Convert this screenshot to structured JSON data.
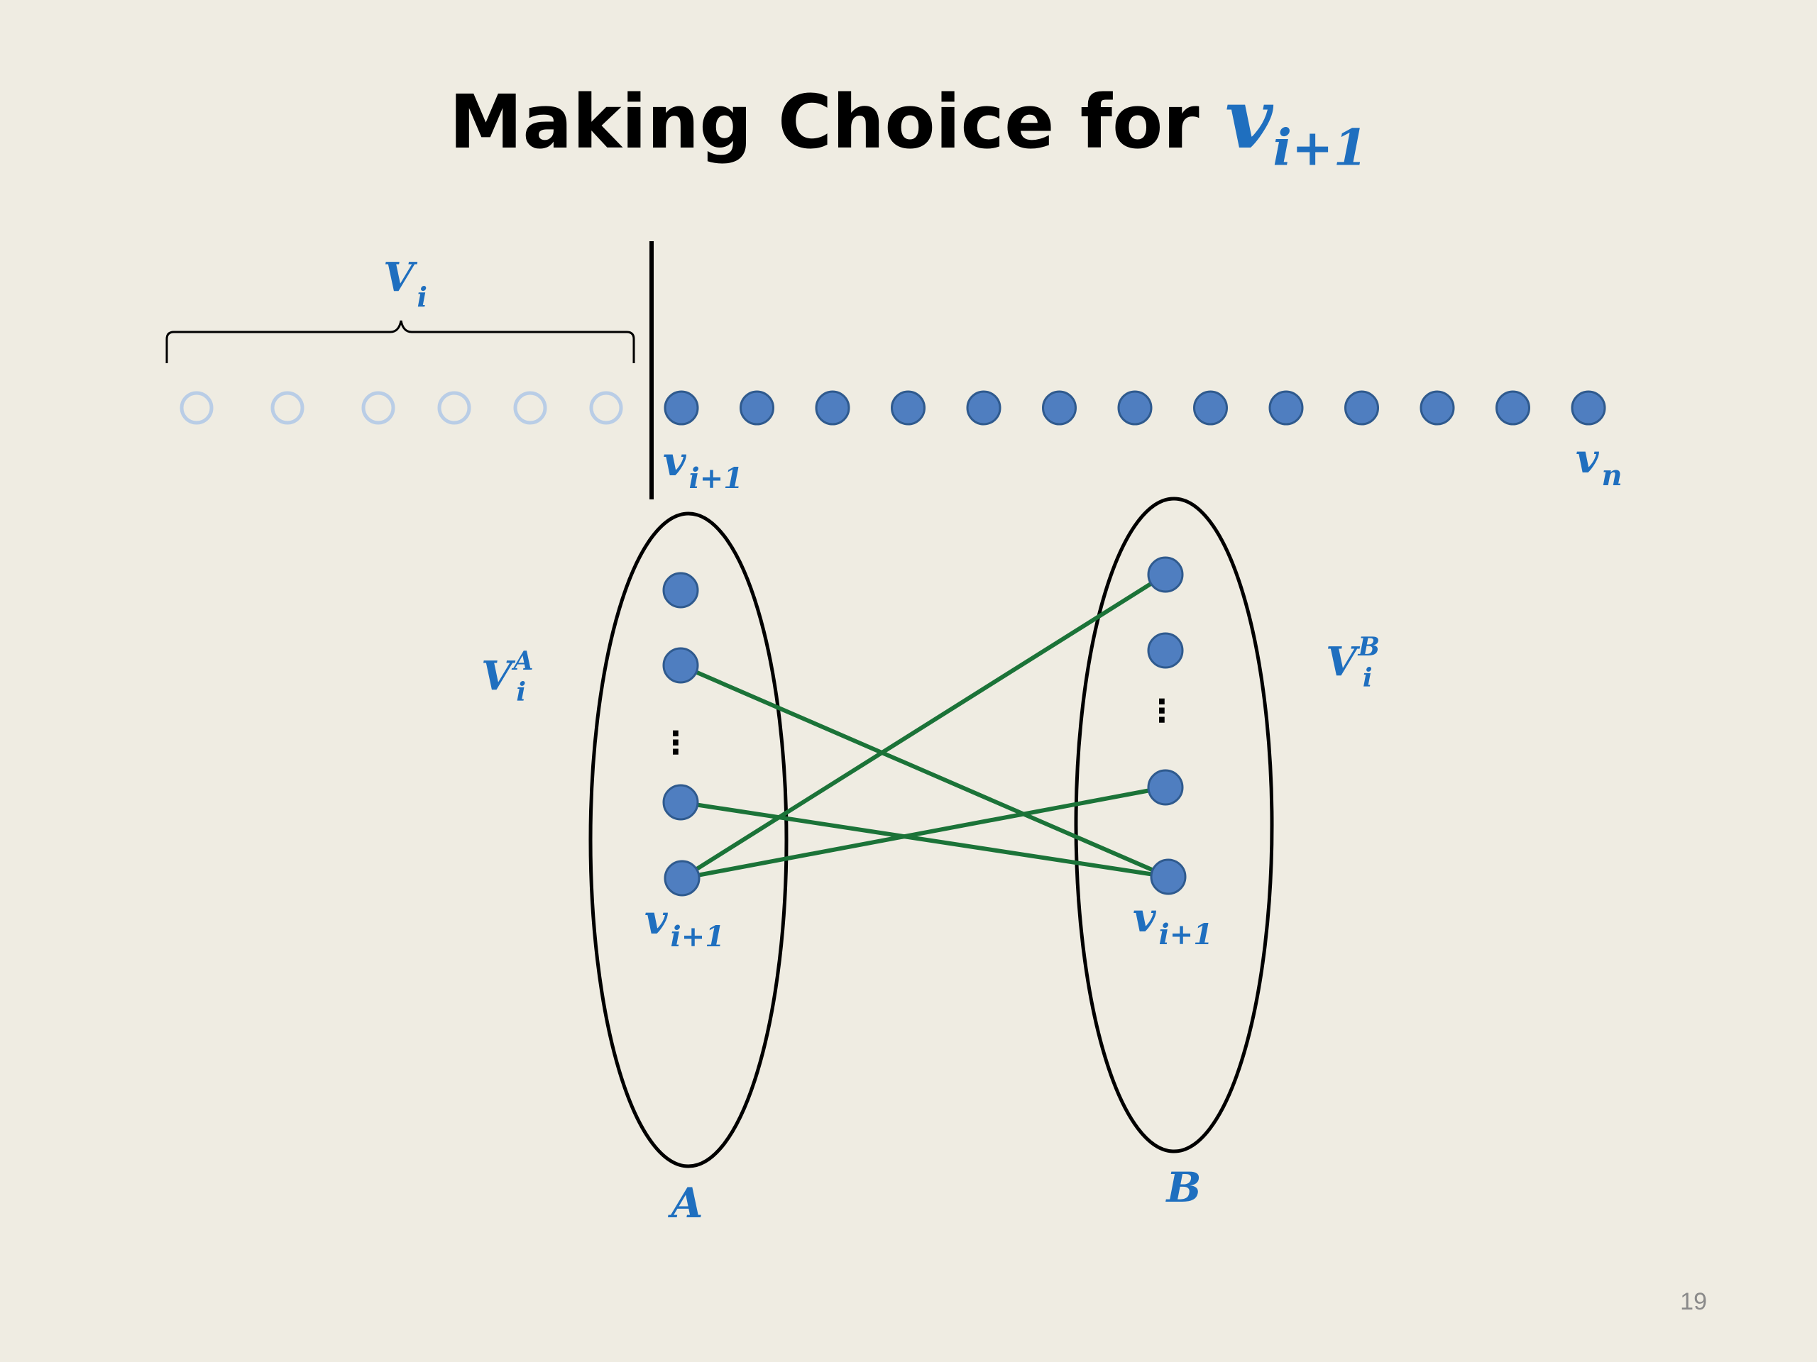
{
  "title": {
    "prefix": "Making Choice for ",
    "var": "v",
    "subscript": "i+1"
  },
  "colors": {
    "background": "#EFECE2",
    "node_fill": "#4F7EC0",
    "node_stroke": "#2F5A8E",
    "hollow_node": "#B9CDE6",
    "edge": "#1B7338",
    "label": "#1F6FBF",
    "outline": "#000000"
  },
  "sequence": {
    "processed_count": 6,
    "remaining_count": 13,
    "brace_label": {
      "base": "V",
      "sub": "i"
    },
    "first_remaining_label": {
      "base": "v",
      "sub": "i+1"
    },
    "last_label": {
      "base": "v",
      "sub": "n"
    }
  },
  "partition_a": {
    "set_name": "A",
    "side_label": {
      "base": "V",
      "sub": "i",
      "sup": "A"
    },
    "node_label": {
      "base": "v",
      "sub": "i+1"
    },
    "ellipsis": "⋮"
  },
  "partition_b": {
    "set_name": "B",
    "side_label": {
      "base": "V",
      "sub": "i",
      "sup": "B"
    },
    "node_label": {
      "base": "v",
      "sub": "i+1"
    },
    "ellipsis": "⋮"
  },
  "edges": [
    {
      "from": "A2",
      "to": "B4"
    },
    {
      "from": "A3",
      "to": "B4"
    },
    {
      "from": "A4",
      "to": "B1"
    },
    {
      "from": "A4",
      "to": "B3"
    }
  ],
  "page_number": "19"
}
